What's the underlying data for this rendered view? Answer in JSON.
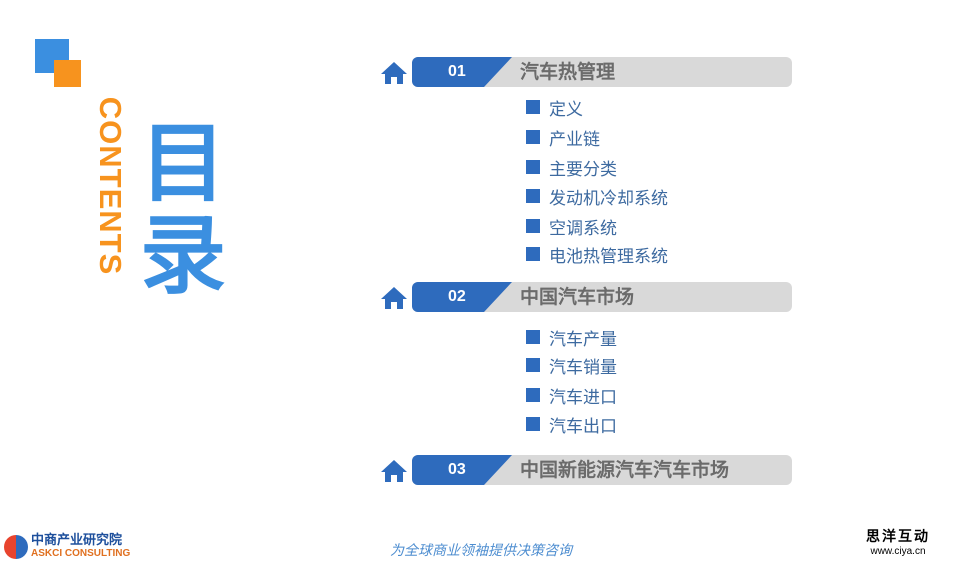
{
  "header": {
    "contents_label": "CONTENTS",
    "title": "目录"
  },
  "sections": [
    {
      "number": "01",
      "title": "汽车热管理",
      "items": [
        "定义",
        "产业链",
        "主要分类",
        "发动机冷却系统",
        "空调系统",
        "电池热管理系统"
      ]
    },
    {
      "number": "02",
      "title": "中国汽车市场",
      "items": [
        "汽车产量",
        "汽车销量",
        "汽车进口",
        "汽车出口"
      ]
    },
    {
      "number": "03",
      "title": "中国新能源汽车汽车市场",
      "items": []
    }
  ],
  "footer": {
    "logo_cn": "中商产业研究院",
    "logo_en": "ASKCI CONSULTING",
    "slogan": "为全球商业领袖提供决策咨询",
    "watermark_cn": "思洋互动",
    "watermark_url": "www.ciya.cn"
  },
  "colors": {
    "blue": "#2e6bbd",
    "orange": "#f7931e",
    "light_blue": "#3b8fe0",
    "bar_gray": "#d9d9d9"
  }
}
